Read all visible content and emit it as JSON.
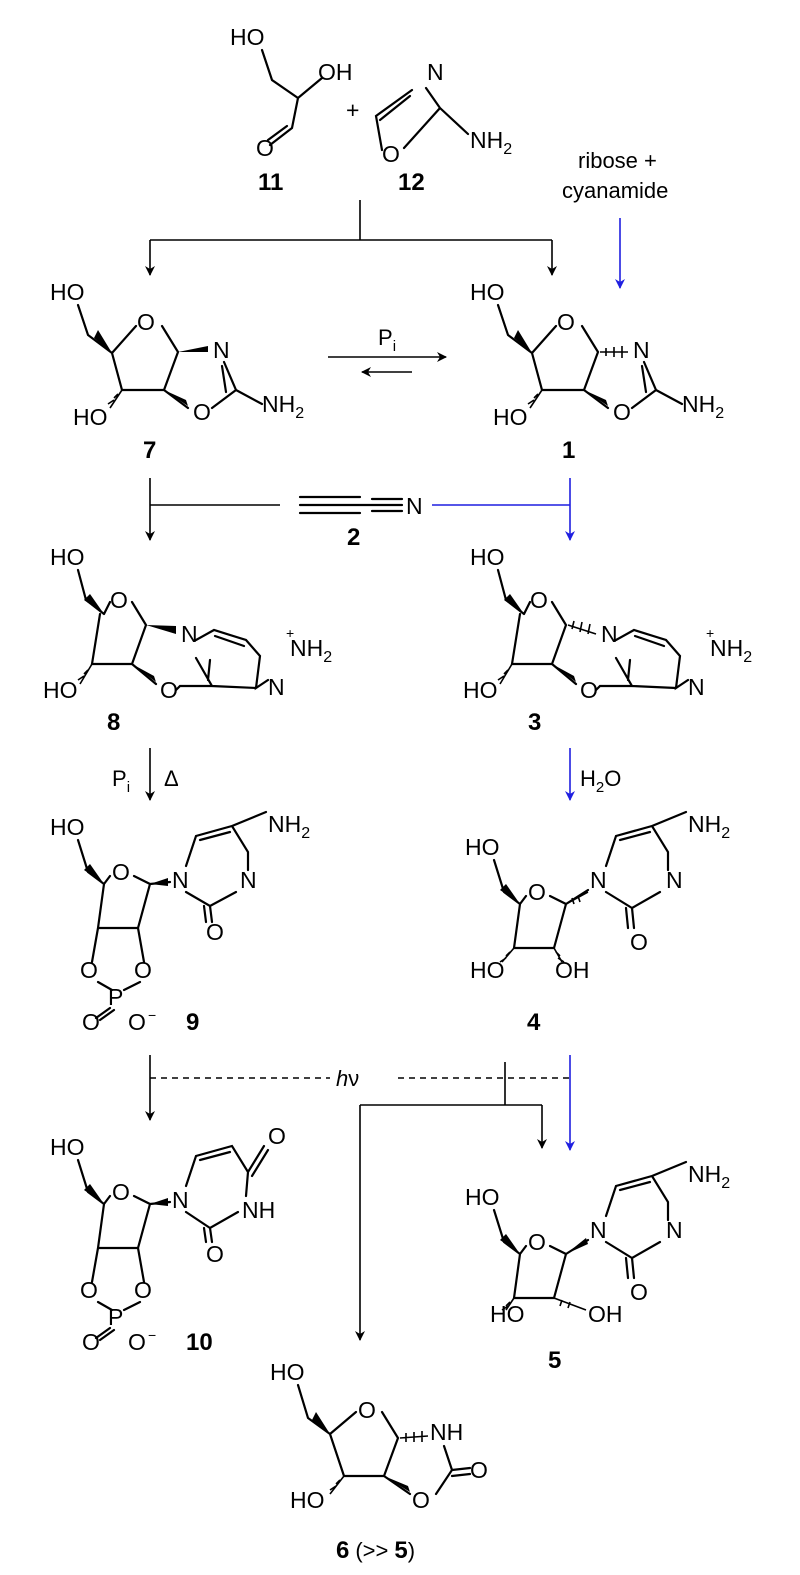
{
  "compounds": {
    "c11": {
      "label": "11"
    },
    "c12": {
      "label": "12",
      "amine": "NH",
      "sub": "2"
    },
    "c7": {
      "label": "7",
      "amine": "NH",
      "sub": "2"
    },
    "c1": {
      "label": "1",
      "amine": "NH",
      "sub": "2"
    },
    "c2": {
      "label": "2"
    },
    "c8": {
      "label": "8",
      "amine": "NH",
      "sub": "2",
      "charge": "+"
    },
    "c3": {
      "label": "3",
      "amine": "NH",
      "sub": "2",
      "charge": "+"
    },
    "c9": {
      "label": "9",
      "amine": "NH",
      "sub": "2",
      "charge": "−"
    },
    "c4": {
      "label": "4",
      "amine": "NH",
      "sub": "2"
    },
    "c10": {
      "label": "10",
      "charge": "−"
    },
    "c5": {
      "label": "5",
      "amine": "NH",
      "sub": "2"
    },
    "c6": {
      "label": "6",
      "note": "(>>",
      "ref": "5",
      "close": ")"
    }
  },
  "atoms": {
    "O": "O",
    "N": "N",
    "HO": "HO",
    "OH": "OH",
    "NH": "NH",
    "P": "P"
  },
  "reagents": {
    "plus": "+",
    "side_line1": "ribose +",
    "side_line2": "cyanamide",
    "pi": "P",
    "pi_sub": "i",
    "delta": "Δ",
    "water_h": "H",
    "water_sub": "2",
    "water_o": "O",
    "light_h": "h",
    "light_nu": "ν"
  },
  "colors": {
    "accent": "#1f1fe0",
    "ink": "#000000"
  }
}
